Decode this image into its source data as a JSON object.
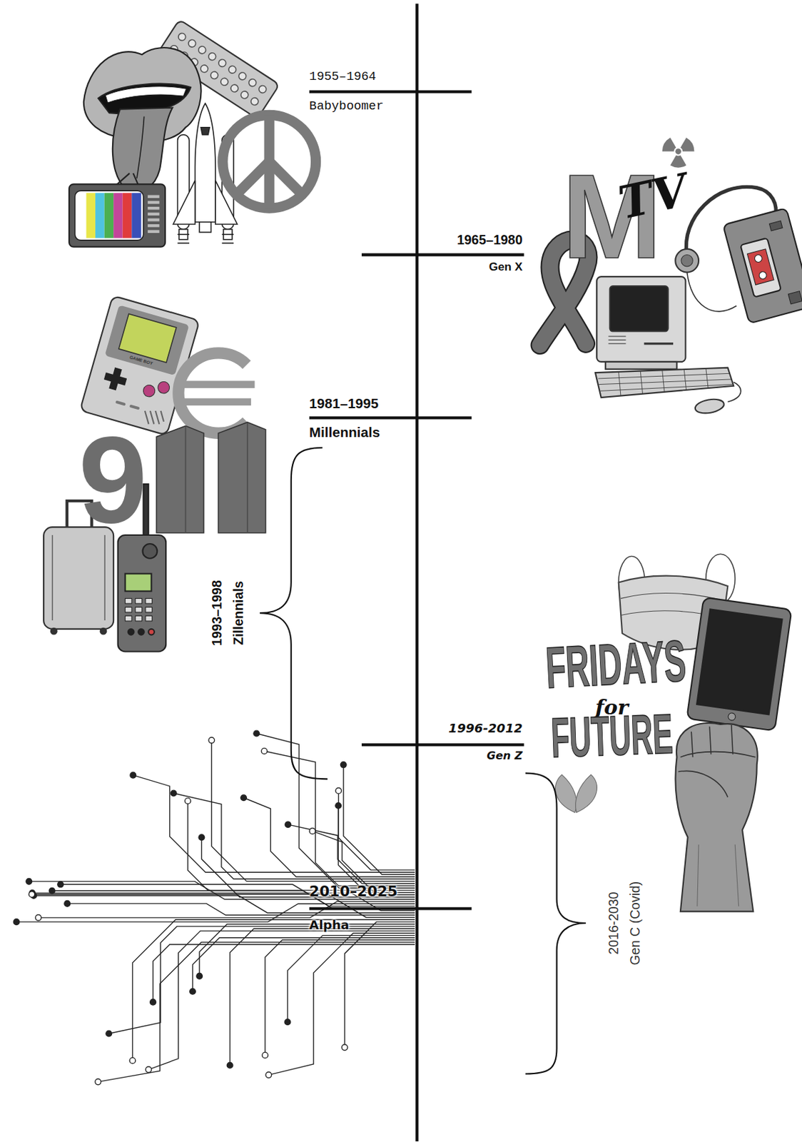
{
  "diagram": {
    "labels": [
      "1955–1964",
      "Babyboomer",
      "M",
      "TV",
      "1965–1980",
      "Gen X",
      "GAME BOY",
      "1981–1995",
      "Millennials",
      "9",
      "1993–1998",
      "Zillennials",
      "FRIDAYS",
      "for",
      "FUTURE",
      "1996-2012",
      "Gen Z",
      "2010–2025",
      "Alpha",
      "2016-2030",
      "Gen C (Covid)"
    ]
  }
}
